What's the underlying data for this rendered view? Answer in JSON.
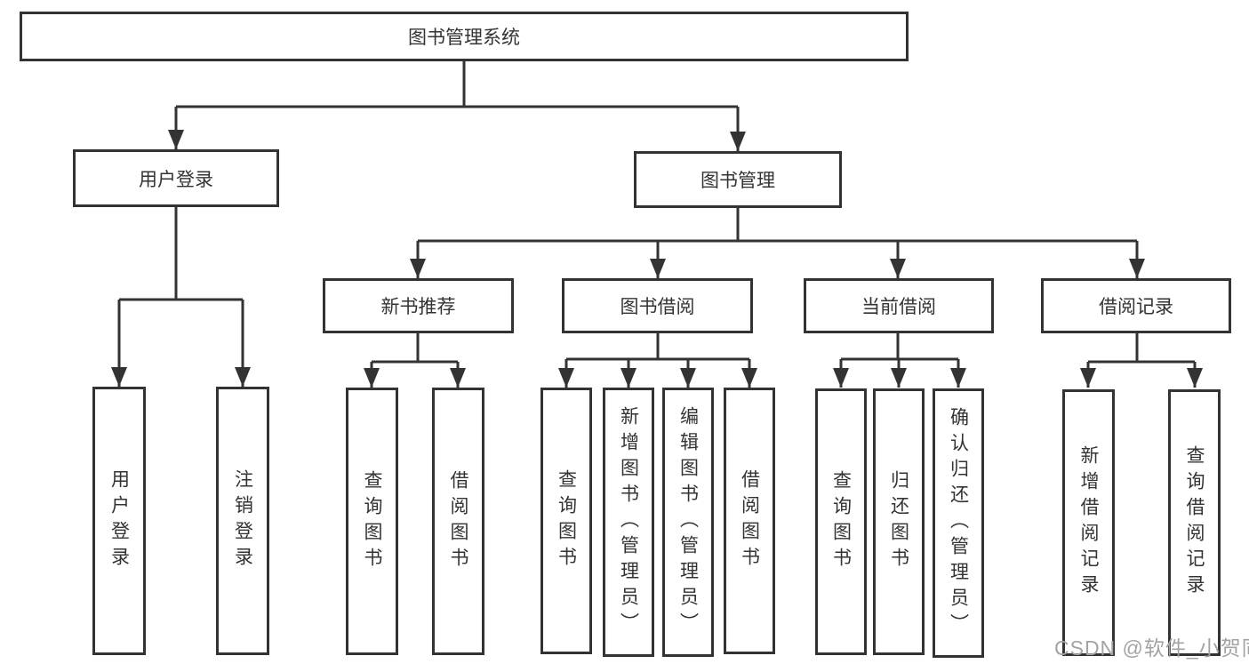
{
  "title": "图书管理系统",
  "level2": {
    "user": "用户登录",
    "book": "图书管理"
  },
  "user_children": [
    "用户登录",
    "注销登录"
  ],
  "sections": [
    {
      "label": "新书推荐",
      "children": [
        "查询图书",
        "借阅图书"
      ]
    },
    {
      "label": "图书借阅",
      "children": [
        "查询图书",
        "新增图书（管理员）",
        "编辑图书（管理员）",
        "借阅图书"
      ]
    },
    {
      "label": "当前借阅",
      "children": [
        "查询图书",
        "归还图书",
        "确认归还（管理员）"
      ]
    },
    {
      "label": "借阅记录",
      "children": [
        "新增借阅记录",
        "查询借阅记录"
      ]
    }
  ],
  "watermark": "CSDN @软件_小贺同学",
  "colors": {
    "line": "#333333",
    "text": "#333333",
    "box_background": "#ffffff",
    "watermark": "#a3a3a3"
  }
}
